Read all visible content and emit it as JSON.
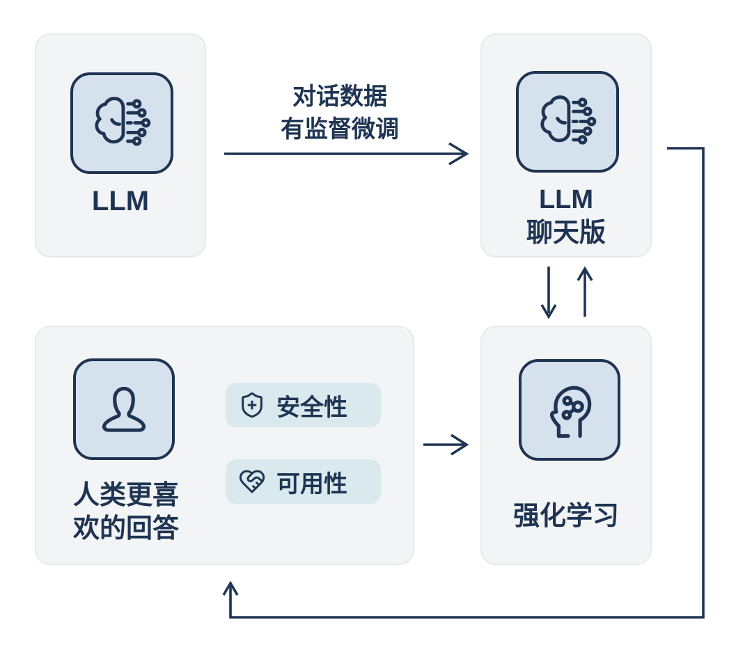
{
  "colors": {
    "navy": "#1e3452",
    "tile_fill": "#d6e1ee",
    "card_fill": "#f3f4f6",
    "card_border": "#e8e9eb",
    "pill_fill": "#d9e9ee",
    "background": "#ffffff"
  },
  "nodes": {
    "llm": {
      "title": "LLM",
      "icon": "brain-circuit"
    },
    "llm_chat": {
      "title_line1": "LLM",
      "title_line2": "聊天版",
      "icon": "brain-circuit"
    },
    "human_pref": {
      "title_line1": "人类更喜",
      "title_line2": "欢的回答",
      "icon": "person-bust"
    },
    "rl": {
      "title": "强化学习",
      "icon": "head-network"
    }
  },
  "pills": [
    {
      "label": "安全性",
      "icon": "shield-plus"
    },
    {
      "label": "可用性",
      "icon": "heart-handshake"
    }
  ],
  "edges": {
    "sft": {
      "label_line1": "对话数据",
      "label_line2": "有监督微调",
      "from": "llm",
      "to": "llm_chat"
    },
    "chat_to_rl": {
      "from": "llm_chat",
      "to": "rl"
    },
    "rl_to_chat": {
      "from": "rl",
      "to": "llm_chat"
    },
    "pref_to_rl": {
      "from": "human_pref",
      "to": "rl"
    },
    "feedback_loop": {
      "from": "llm_chat",
      "to": "human_pref"
    }
  }
}
